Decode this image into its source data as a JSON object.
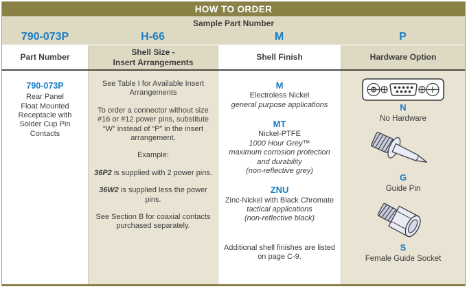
{
  "colors": {
    "olive": "#8A8147",
    "tan_dark": "#DED9C3",
    "tan_light": "#E8E3D3",
    "blue": "#1B7EC2",
    "text": "#3D3D3D",
    "line_dark": "#4D4B41",
    "divider": "#CFC9B6",
    "border": "#A59E7E"
  },
  "header": {
    "title": "HOW TO ORDER",
    "sample_label": "Sample Part Number"
  },
  "sample_values": [
    "790-073P",
    "H-66",
    "M",
    "P"
  ],
  "columns": {
    "part_number": {
      "header": "Part Number",
      "code": "790-073P",
      "desc_lines": [
        "Rear Panel",
        "Float Mounted",
        "Receptacle with",
        "Solder Cup Pin",
        "Contacts"
      ]
    },
    "insert": {
      "header_line1": "Shell Size -",
      "header_line2": "Insert Arrangements",
      "p1": "See Table I for Available Insert Arrangements",
      "p2": "To order a connector without size #16 or #12 power pins, substitute “W” instead of “P” in the insert arrangement.",
      "p3": "Example:",
      "p4_code": "36P2",
      "p4_text": " is supplied with 2 power pins.",
      "p5_code": "36W2",
      "p5_text": " is supplied less the power pins.",
      "p6": "See Section B for coaxial contacts purchased separately."
    },
    "shell_finish": {
      "header": "Shell Finish",
      "options": [
        {
          "code": "M",
          "name": "Electroless Nickel",
          "note1": "general purpose applications"
        },
        {
          "code": "MT",
          "name": "Nickel-PTFE",
          "note1": "1000 Hour Grey™",
          "note2": "maximum corrosion protection and durability",
          "note3": "(non-reflective grey)"
        },
        {
          "code": "ZNU",
          "name": "Zinc-Nickel with Black Chromate",
          "note1": "tactical applications",
          "note2": "(non-reflective black)"
        }
      ],
      "footnote": "Additional shell finishes are listed on page C-9."
    },
    "hardware": {
      "header": "Hardware Option",
      "options": [
        {
          "code": "N",
          "label": "No Hardware",
          "icon": "connector-face"
        },
        {
          "code": "G",
          "label": "Guide Pin",
          "icon": "guide-pin"
        },
        {
          "code": "S",
          "label": "Female Guide Socket",
          "icon": "female-guide-socket"
        }
      ]
    }
  }
}
